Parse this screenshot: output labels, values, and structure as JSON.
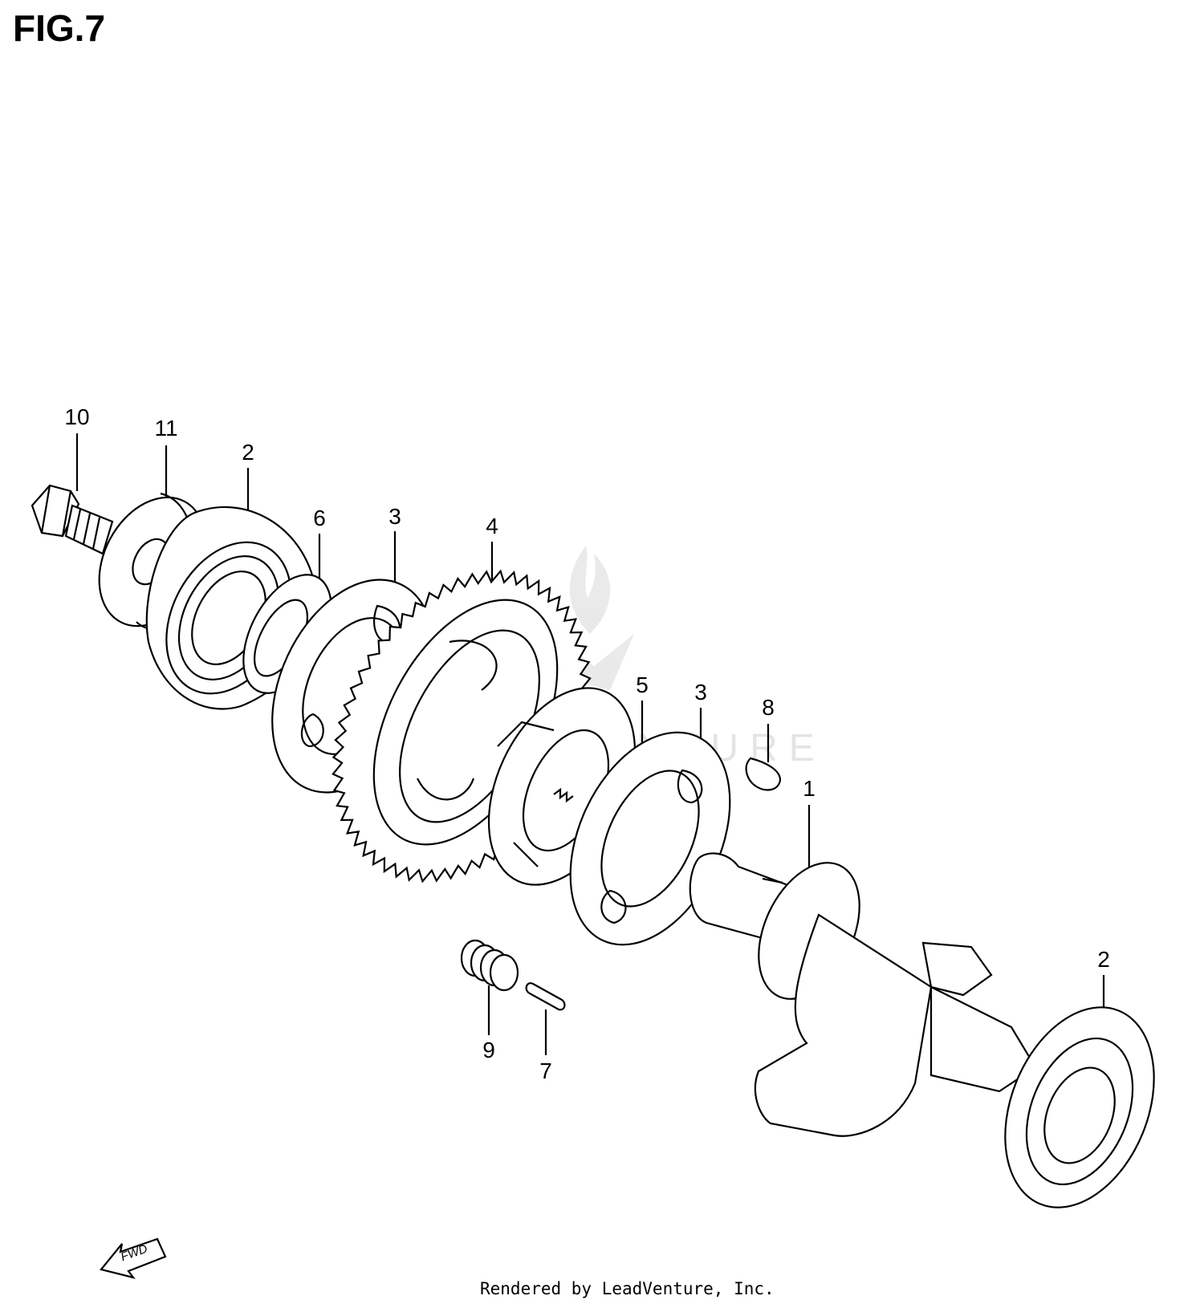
{
  "figure": {
    "title": "FIG.7",
    "credit": "Rendered by LeadVenture, Inc.",
    "watermark_text": "LEADVENTURE",
    "fwd_label": "FWD"
  },
  "callouts": [
    {
      "id": "c10",
      "label": "10"
    },
    {
      "id": "c11",
      "label": "11"
    },
    {
      "id": "c2a",
      "label": "2"
    },
    {
      "id": "c6",
      "label": "6"
    },
    {
      "id": "c3a",
      "label": "3"
    },
    {
      "id": "c4",
      "label": "4"
    },
    {
      "id": "c5",
      "label": "5"
    },
    {
      "id": "c3b",
      "label": "3"
    },
    {
      "id": "c8",
      "label": "8"
    },
    {
      "id": "c1",
      "label": "1"
    },
    {
      "id": "c2b",
      "label": "2"
    },
    {
      "id": "c9",
      "label": "9"
    },
    {
      "id": "c7",
      "label": "7"
    }
  ],
  "colors": {
    "line": "#000000",
    "background": "#ffffff",
    "watermark": "#cfcfcf"
  }
}
